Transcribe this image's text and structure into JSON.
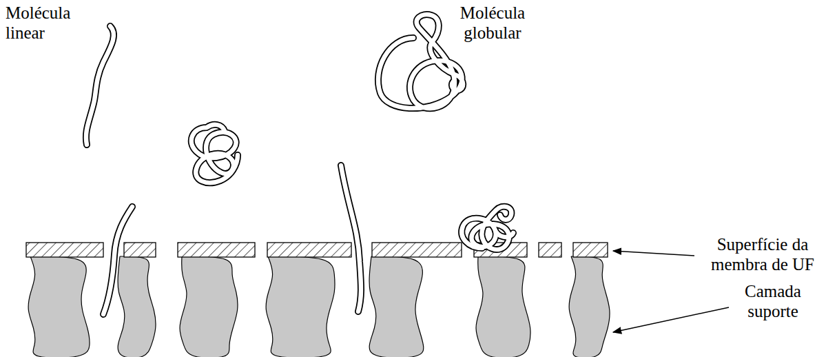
{
  "diagram": {
    "labels": [
      "Molécula linear",
      "Molécula globular",
      "Superfície da membra de UF",
      "Camada suporte"
    ]
  }
}
